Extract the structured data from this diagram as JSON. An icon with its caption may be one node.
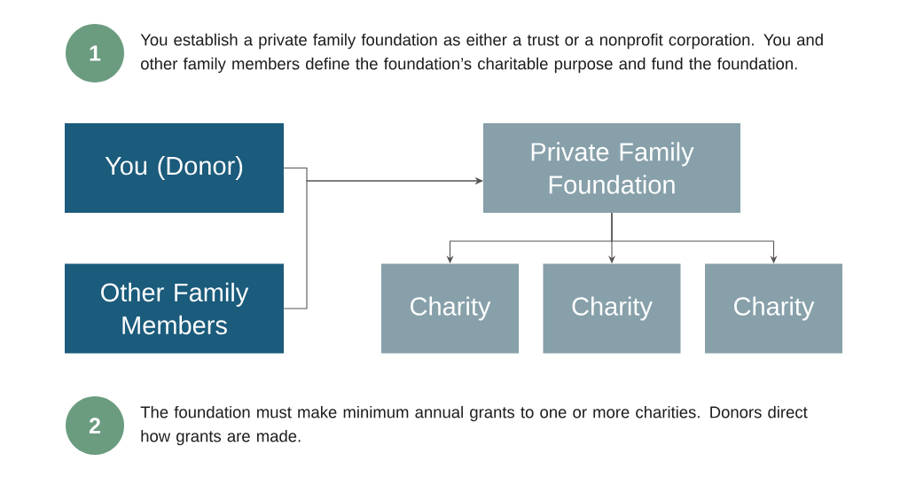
{
  "diagram": {
    "nodes": [
      {
        "text": [
          "1"
        ],
        "beside": [
          "You establish a private family foundation as either a trust or a nonprofit corporation. You and other family members define the foundation’s charitable purpose and fund the foundation."
        ]
      },
      {
        "text": [
          "You (Donor)"
        ]
      },
      {
        "text": [
          "Other Family Members"
        ]
      },
      {
        "text": [
          "Private Family Foundation"
        ]
      },
      {
        "text": [
          "Charity"
        ]
      },
      {
        "text": [
          "Charity"
        ]
      },
      {
        "text": [
          "Charity"
        ]
      },
      {
        "text": [
          "2"
        ],
        "beside": [
          "The foundation must make minimum annual grants to one or more charities. Donors direct how grants are made."
        ]
      }
    ],
    "edges": [
      {
        "from": 1,
        "to": 3,
        "arrow": "to"
      },
      {
        "from": 2,
        "to": 3,
        "arrow": "to"
      },
      {
        "from": 3,
        "to": 4,
        "arrow": "to"
      },
      {
        "from": 3,
        "to": 5,
        "arrow": "to"
      },
      {
        "from": 3,
        "to": 6,
        "arrow": "to"
      }
    ]
  }
}
